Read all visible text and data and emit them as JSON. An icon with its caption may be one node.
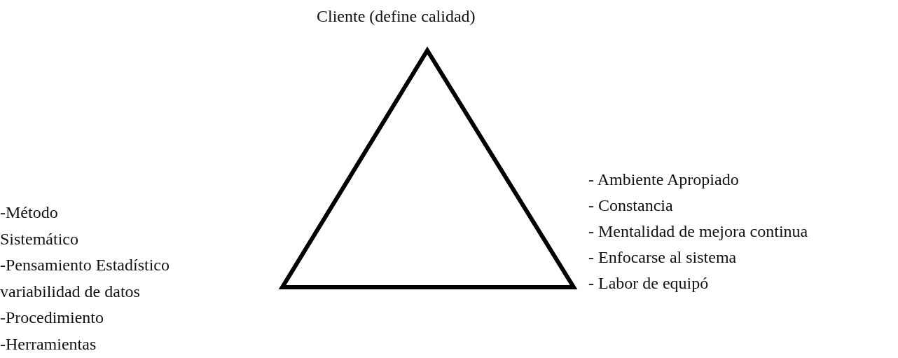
{
  "diagram": {
    "labels": [
      "Cliente (define calidad)",
      "-Método",
      "Sistemático",
      "-Pensamiento Estadístico",
      "variabilidad de datos",
      "-Procedimiento",
      "-Herramientas",
      "- Ambiente Apropiado",
      "- Constancia",
      "- Mentalidad de mejora continua",
      "- Enfocarse al sistema",
      "- Labor de equipó"
    ]
  }
}
